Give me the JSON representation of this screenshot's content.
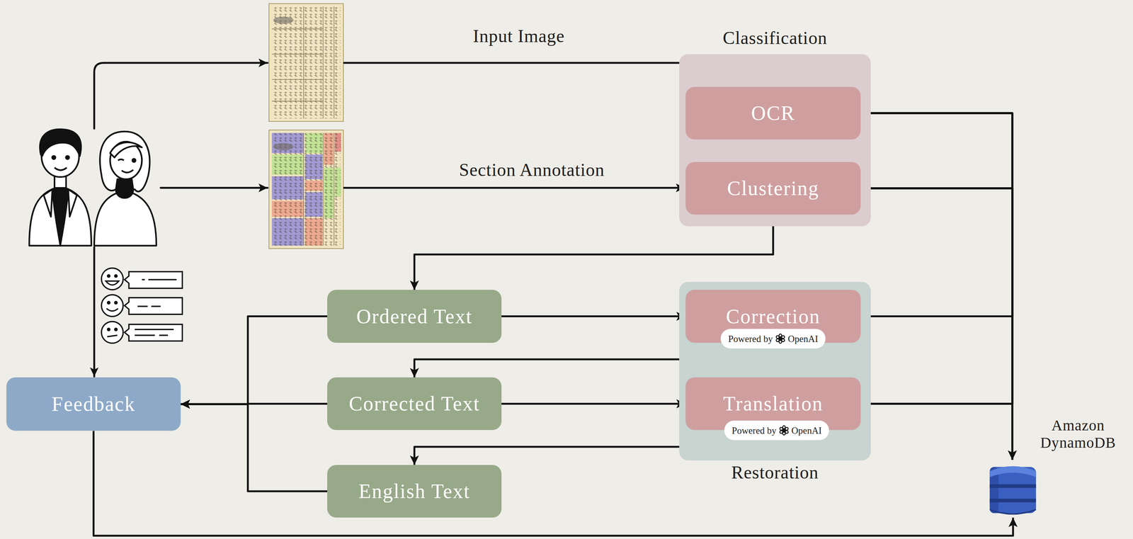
{
  "diagram": {
    "nodes": [
      {
        "text": [
          "Classification"
        ]
      },
      {
        "text": [
          "OCR"
        ],
        "in": 0
      },
      {
        "text": [
          "Clustering"
        ],
        "in": 0
      },
      {
        "text": [
          "Restoration"
        ]
      },
      {
        "text": [
          "Correction"
        ],
        "in": 3
      },
      {
        "text": [
          "Powered by",
          "OpenAI"
        ],
        "in": 4
      },
      {
        "text": [
          "Translation"
        ],
        "in": 3
      },
      {
        "text": [
          "Powered by",
          "OpenAI"
        ],
        "in": 6
      },
      {
        "text": [
          "Ordered Text"
        ]
      },
      {
        "text": [
          "Corrected Text"
        ]
      },
      {
        "text": [
          "English Text"
        ]
      },
      {
        "text": [
          "Feedback"
        ]
      },
      {
        "text": [
          "Amazon DynamoDB"
        ]
      }
    ],
    "edges": [
      {
        "from": 1,
        "to": 2,
        "arrow": "to"
      },
      {
        "from": 1,
        "to": 4,
        "arrow": "to"
      },
      {
        "from": 1,
        "to": 6,
        "arrow": "to"
      },
      {
        "from": 1,
        "to": 12,
        "arrow": "to"
      },
      {
        "from": 2,
        "to": 4,
        "arrow": "to"
      },
      {
        "from": 2,
        "to": 6,
        "arrow": "to"
      },
      {
        "from": 2,
        "to": 12,
        "arrow": "to"
      },
      {
        "from": 2,
        "to": 8,
        "arrow": "to"
      },
      {
        "from": 8,
        "to": 4,
        "arrow": "to"
      },
      {
        "from": 5,
        "to": 9,
        "arrow": "to"
      },
      {
        "from": 9,
        "to": 6,
        "arrow": "to"
      },
      {
        "from": 7,
        "to": 10,
        "arrow": "to"
      },
      {
        "from": 8,
        "to": 11,
        "arrow": "to"
      },
      {
        "from": 9,
        "to": 11,
        "arrow": "to"
      },
      {
        "from": 10,
        "to": 11,
        "arrow": "to"
      },
      {
        "from": 11,
        "to": 12,
        "arrow": "to"
      }
    ],
    "labels": [
      "Input Image",
      "Section Annotation"
    ]
  }
}
